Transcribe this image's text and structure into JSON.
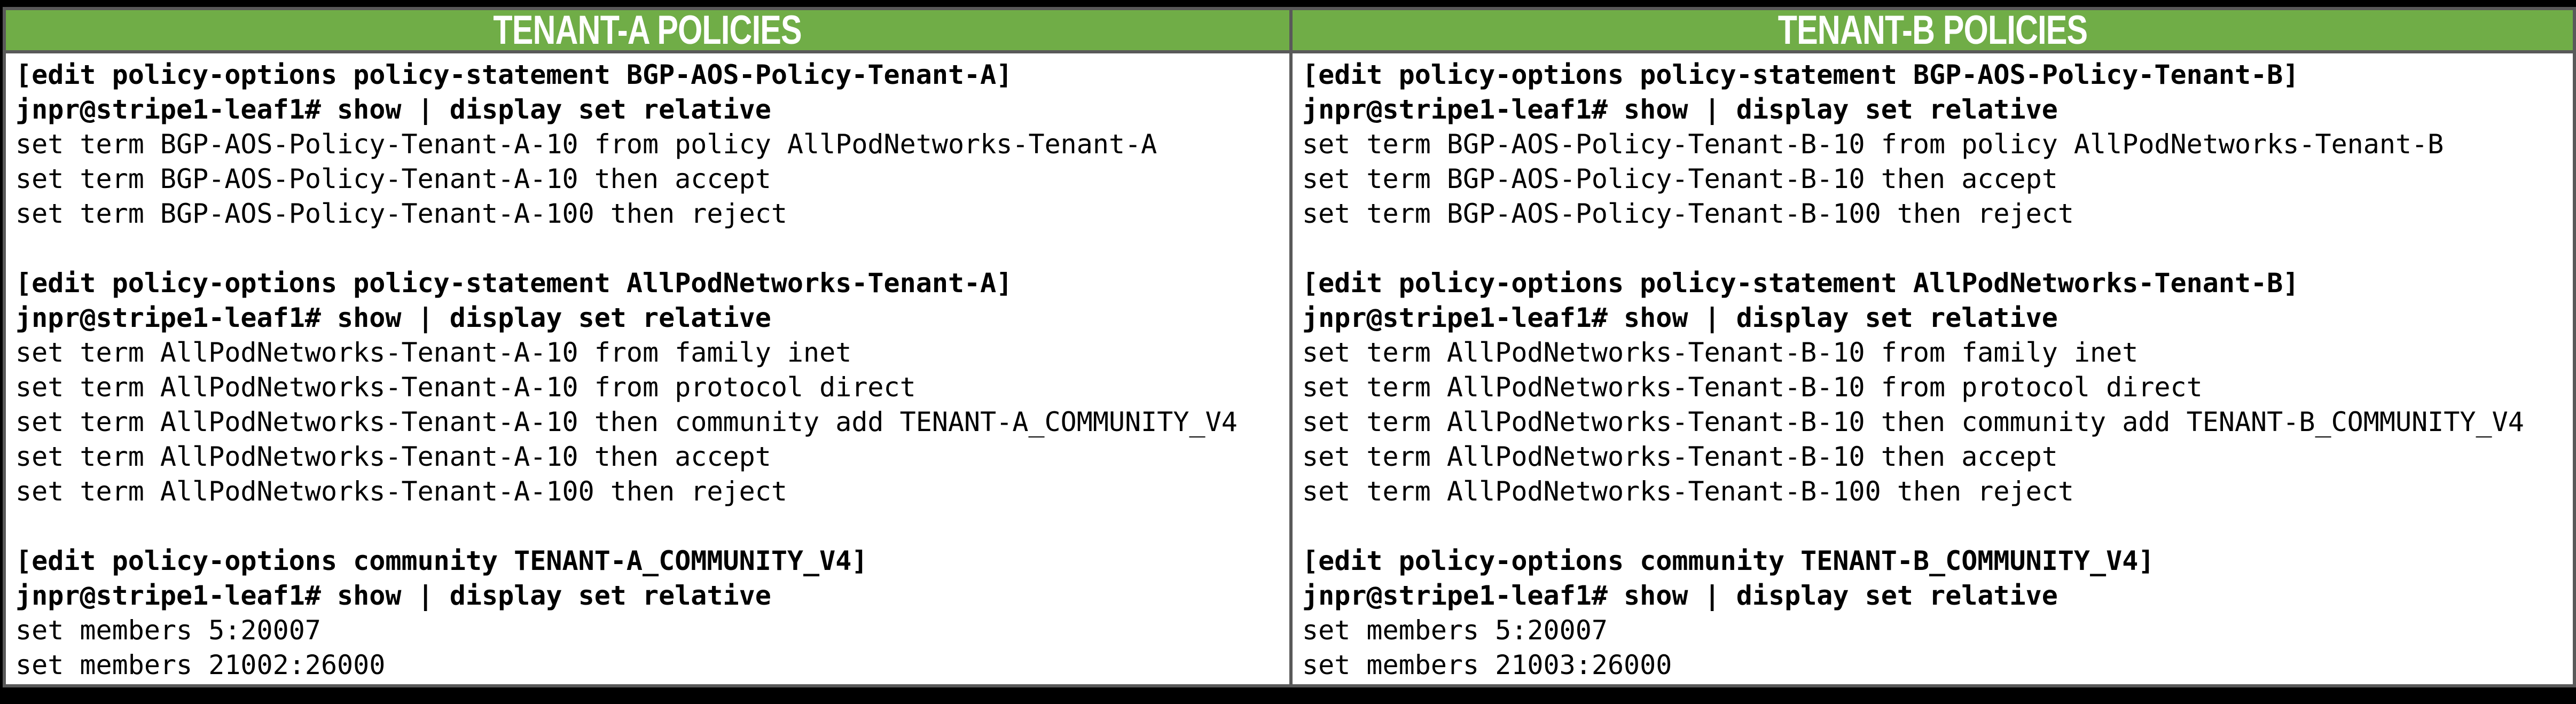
{
  "title_row": {
    "left_header": "TENANT-A POLICIES",
    "right_header": "TENANT-B POLICIES"
  },
  "colors": {
    "header_bg": "#70AD47",
    "header_fg": "#ffffff",
    "border": "#595959",
    "cell_bg": "#ffffff",
    "page_bg": "#000000",
    "code_fg": "#000000"
  },
  "columns": [
    {
      "header": "TENANT-A POLICIES",
      "sections": [
        {
          "lines": [
            {
              "text": "[edit policy-options policy-statement BGP-AOS-Policy-Tenant-A]",
              "bold": true
            },
            {
              "text": "jnpr@stripe1-leaf1# show | display set relative",
              "bold": true
            },
            {
              "text": "set term BGP-AOS-Policy-Tenant-A-10 from policy AllPodNetworks-Tenant-A",
              "bold": false
            },
            {
              "text": "set term BGP-AOS-Policy-Tenant-A-10 then accept",
              "bold": false
            },
            {
              "text": "set term BGP-AOS-Policy-Tenant-A-100 then reject",
              "bold": false
            }
          ]
        },
        {
          "lines": [
            {
              "text": "[edit policy-options policy-statement AllPodNetworks-Tenant-A]",
              "bold": true
            },
            {
              "text": "jnpr@stripe1-leaf1# show | display set relative",
              "bold": true
            },
            {
              "text": "set term AllPodNetworks-Tenant-A-10 from family inet",
              "bold": false
            },
            {
              "text": "set term AllPodNetworks-Tenant-A-10 from protocol direct",
              "bold": false
            },
            {
              "text": "set term AllPodNetworks-Tenant-A-10 then community add TENANT-A_COMMUNITY_V4",
              "bold": false
            },
            {
              "text": "set term AllPodNetworks-Tenant-A-10 then accept",
              "bold": false
            },
            {
              "text": "set term AllPodNetworks-Tenant-A-100 then reject",
              "bold": false
            }
          ]
        },
        {
          "lines": [
            {
              "text": "[edit policy-options community TENANT-A_COMMUNITY_V4]",
              "bold": true
            },
            {
              "text": "jnpr@stripe1-leaf1# show | display set relative",
              "bold": true
            },
            {
              "text": "set members 5:20007",
              "bold": false
            },
            {
              "text": "set members 21002:26000",
              "bold": false
            }
          ]
        }
      ]
    },
    {
      "header": "TENANT-B POLICIES",
      "sections": [
        {
          "lines": [
            {
              "text": "[edit policy-options policy-statement BGP-AOS-Policy-Tenant-B]",
              "bold": true
            },
            {
              "text": "jnpr@stripe1-leaf1# show | display set relative",
              "bold": true
            },
            {
              "text": "set term BGP-AOS-Policy-Tenant-B-10 from policy AllPodNetworks-Tenant-B",
              "bold": false
            },
            {
              "text": "set term BGP-AOS-Policy-Tenant-B-10 then accept",
              "bold": false
            },
            {
              "text": "set term BGP-AOS-Policy-Tenant-B-100 then reject",
              "bold": false
            }
          ]
        },
        {
          "lines": [
            {
              "text": "[edit policy-options policy-statement AllPodNetworks-Tenant-B]",
              "bold": true
            },
            {
              "text": "jnpr@stripe1-leaf1# show | display set relative",
              "bold": true
            },
            {
              "text": "set term AllPodNetworks-Tenant-B-10 from family inet",
              "bold": false
            },
            {
              "text": "set term AllPodNetworks-Tenant-B-10 from protocol direct",
              "bold": false
            },
            {
              "text": "set term AllPodNetworks-Tenant-B-10 then community add TENANT-B_COMMUNITY_V4",
              "bold": false
            },
            {
              "text": "set term AllPodNetworks-Tenant-B-10 then accept",
              "bold": false
            },
            {
              "text": "set term AllPodNetworks-Tenant-B-100 then reject",
              "bold": false
            }
          ]
        },
        {
          "lines": [
            {
              "text": "[edit policy-options community TENANT-B_COMMUNITY_V4]",
              "bold": true
            },
            {
              "text": "jnpr@stripe1-leaf1# show | display set relative",
              "bold": true
            },
            {
              "text": "set members 5:20007",
              "bold": false
            },
            {
              "text": "set members 21003:26000",
              "bold": false
            }
          ]
        }
      ]
    }
  ]
}
